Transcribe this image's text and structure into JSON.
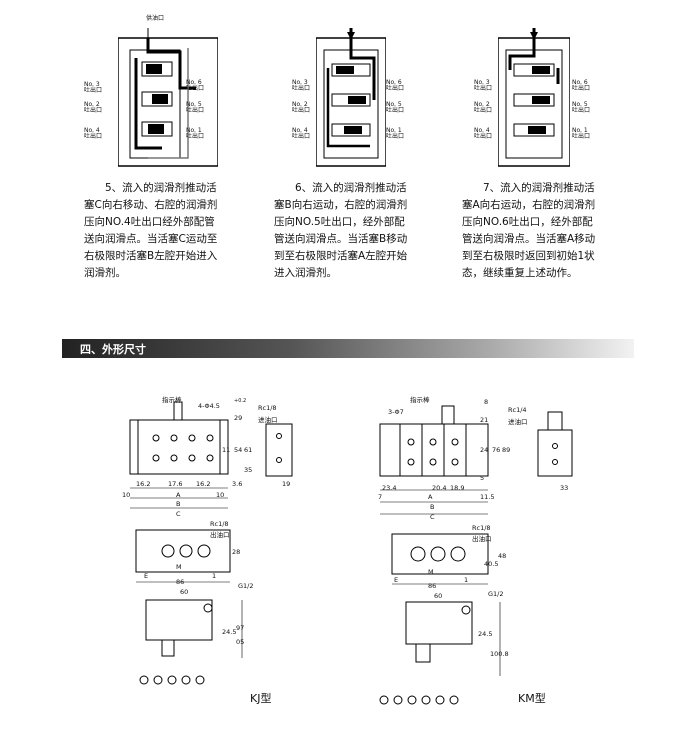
{
  "diagrams": [
    {
      "inlet_label": "供油口",
      "left_ports": [
        "No. 3\n吐出口",
        "No. 2\n吐出口",
        "No. 4\n吐出口"
      ],
      "right_ports": [
        "No. 6\n吐出口",
        "No. 5\n吐出口",
        "No. 1\n吐出口"
      ]
    },
    {
      "left_ports": [
        "No. 3\n吐出口",
        "No. 2\n吐出口",
        "No. 4\n吐出口"
      ],
      "right_ports": [
        "No. 6\n吐出口",
        "No. 5\n吐出口",
        "No. 1\n吐出口"
      ]
    },
    {
      "left_ports": [
        "No. 3\n吐出口",
        "No. 2\n吐出口",
        "No. 4\n吐出口"
      ],
      "right_ports": [
        "No. 6\n吐出口",
        "No. 5\n吐出口",
        "No. 1\n吐出口"
      ]
    }
  ],
  "descriptions": [
    "5、流入的润滑剂推动活塞C向右移动、右腔的润滑剂压向NO.4吐出口经外部配管送向润滑点。当活塞C运动至右极限时活塞B左腔开始进入润滑剂。",
    "6、流入的润滑剂推动活塞B向右运动，右腔的润滑剂压向NO.5吐出口，经外部配管送向润滑点。当活塞B移动到至右极限时活塞A左腔开始进入润滑剂。",
    "7、流入的润滑剂推动活塞A向右运动，右腔的润滑剂压向NO.6吐出口，经外部配管送向润滑点。当活塞A移动到至右极限时返回到初始1状态，继续重复上述动作。"
  ],
  "section_title": "四、外形尺寸",
  "kj": {
    "model_label": "KJ型",
    "indicator": "指示棒",
    "holes": "4-Φ4.5",
    "holes_sup": "+0.2",
    "inlet_thread": "Rc1/8",
    "inlet_label": "进油口",
    "outlet_thread": "Rc1/8",
    "outlet_label": "出油口",
    "g_thread": "G1/2",
    "dims_h": [
      "16.2",
      "17.6",
      "16.2",
      "10",
      "A",
      "10",
      "B",
      "C",
      "86",
      "60"
    ],
    "dims_v": [
      "29",
      "61",
      "54",
      "11",
      "35",
      "3.6",
      "19",
      "28",
      "24.5",
      "97",
      "05",
      "M",
      "E",
      "1"
    ]
  },
  "km": {
    "model_label": "KM型",
    "indicator": "指示棒",
    "holes": "3-Φ7",
    "inlet_thread": "Rc1/4",
    "inlet_label": "进油口",
    "outlet_thread": "Rc1/8",
    "outlet_label": "出油口",
    "g_thread": "G1/2",
    "dims_h": [
      "23.4",
      "20.4",
      "18.9",
      "7",
      "A",
      "11.5",
      "B",
      "C",
      "86",
      "60",
      "33"
    ],
    "dims_v": [
      "8",
      "21",
      "24",
      "76",
      "89",
      "5",
      "48",
      "40.5",
      "24.5",
      "100.8",
      "M",
      "E",
      "1"
    ]
  }
}
